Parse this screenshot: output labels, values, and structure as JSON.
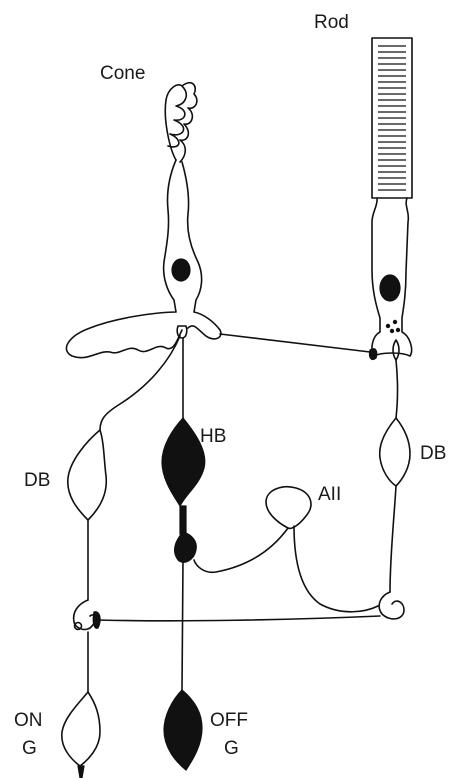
{
  "labels": {
    "cone": "Cone",
    "rod": "Rod",
    "hb": "HB",
    "db_left": "DB",
    "db_right": "DB",
    "aii": "AII",
    "on_g_line1": "ON",
    "on_g_line2": "G",
    "off_g_line1": "OFF",
    "off_g_line2": "G"
  },
  "colors": {
    "ink": "#111111",
    "background": "#ffffff"
  }
}
